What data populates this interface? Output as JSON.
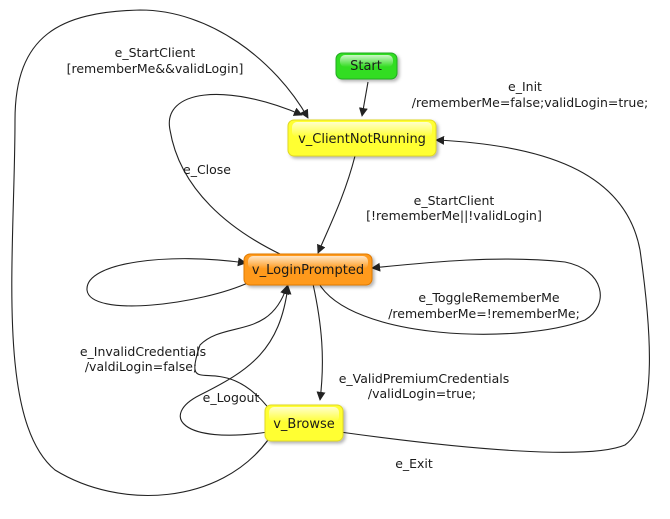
{
  "colors": {
    "start_node": "#33dd22",
    "client_not_running_node": "#ffff33",
    "login_prompted_node": "#ff9a1a",
    "browse_node": "#ffff33",
    "edge": "#222222"
  },
  "nodes": {
    "start": {
      "label": "Start"
    },
    "client_not_running": {
      "label": "v_ClientNotRunning"
    },
    "login_prompted": {
      "label": "v_LoginPrompted"
    },
    "browse": {
      "label": "v_Browse"
    }
  },
  "edges": {
    "start_client_remembered": {
      "line1": "e_StartClient",
      "line2": "[rememberMe&&validLogin]"
    },
    "init": {
      "line1": "e_Init",
      "line2": "/rememberMe=false;validLogin=true;"
    },
    "close": {
      "line1": "e_Close"
    },
    "start_client_prompt": {
      "line1": "e_StartClient",
      "line2": "[!rememberMe||!validLogin]"
    },
    "toggle_remember_me": {
      "line1": "e_ToggleRememberMe",
      "line2": "/rememberMe=!rememberMe;"
    },
    "invalid_credentials": {
      "line1": "e_InvalidCredentials",
      "line2": "/valdiLogin=false;"
    },
    "valid_premium_credentials": {
      "line1": "e_ValidPremiumCredentials",
      "line2": "/validLogin=true;"
    },
    "logout": {
      "line1": "e_Logout"
    },
    "exit": {
      "line1": "e_Exit"
    }
  }
}
